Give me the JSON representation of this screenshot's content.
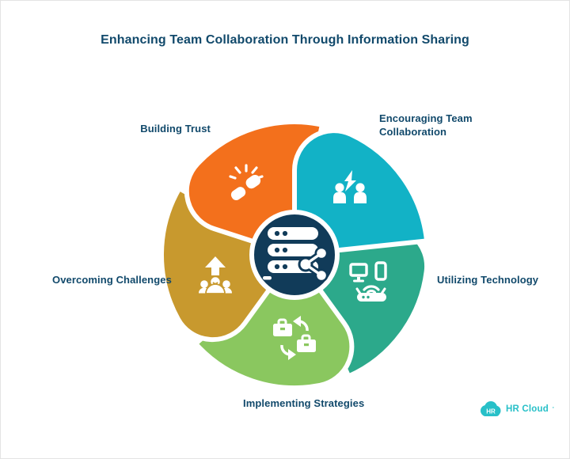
{
  "title": "Enhancing Team Collaboration Through Information Sharing",
  "wheel": {
    "center_color": "#113b59",
    "center_icon": "data-server-share",
    "segments": [
      {
        "label": "Building Trust",
        "color": "#f3701c",
        "icon": "fist-bump-burst"
      },
      {
        "label": "Encouraging Team Collaboration",
        "color": "#12b2c6",
        "icon": "people-lightning"
      },
      {
        "label": "Utilizing Technology",
        "color": "#2ca98b",
        "icon": "devices-network"
      },
      {
        "label": "Implementing Strategies",
        "color": "#8ac75f",
        "icon": "briefcase-exchange"
      },
      {
        "label": "Overcoming Challenges",
        "color": "#c8992e",
        "icon": "team-growth-arrow"
      }
    ]
  },
  "logo": {
    "badge": "HR",
    "text": "HR Cloud",
    "mark": "'",
    "color": "#28c0c8"
  }
}
